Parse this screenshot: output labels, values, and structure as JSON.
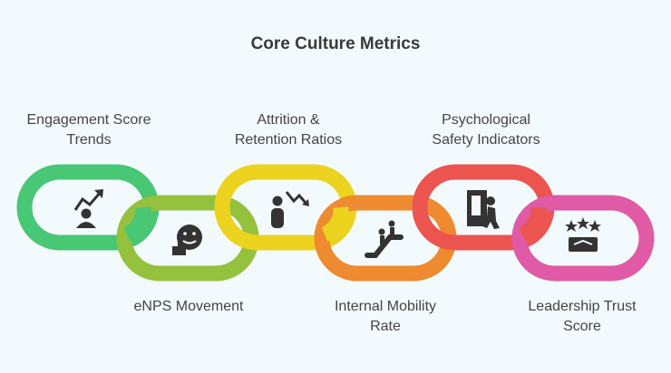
{
  "title": "Core Culture Metrics",
  "metrics": [
    {
      "lines": [
        "Engagement Score",
        "Trends"
      ],
      "color": "#48c774",
      "icon": "growth-person-icon"
    },
    {
      "lines": [
        "eNPS Movement"
      ],
      "color": "#94c13e",
      "icon": "thumbs-up-face-icon"
    },
    {
      "lines": [
        "Attrition &",
        "Retention Ratios"
      ],
      "color": "#ecd320",
      "icon": "person-down-arrow-icon"
    },
    {
      "lines": [
        "Internal Mobility",
        "Rate"
      ],
      "color": "#ee8a2f",
      "icon": "escalator-icon"
    },
    {
      "lines": [
        "Psychological",
        "Safety Indicators"
      ],
      "color": "#ec5450",
      "icon": "door-person-icon"
    },
    {
      "lines": [
        "Leadership Trust",
        "Score"
      ],
      "color": "#e05aa6",
      "icon": "stars-handshake-icon"
    }
  ]
}
